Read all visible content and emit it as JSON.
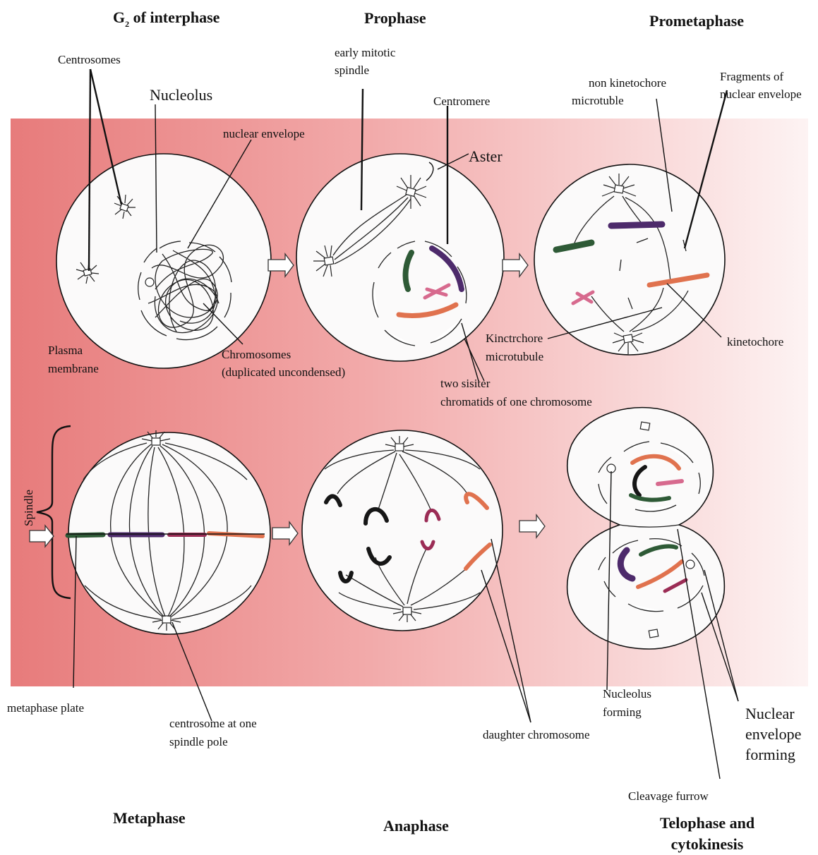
{
  "headings": {
    "g2_prefix": "G",
    "g2_sub": "2",
    "g2_rest": " of interphase",
    "prophase": "Prophase",
    "prometaphase": "Prometaphase",
    "metaphase": "Metaphase",
    "anaphase": "Anaphase",
    "telophase_1": "Telophase and",
    "telophase_2": "cytokinesis"
  },
  "labels": {
    "centrosomes": "Centrosomes",
    "nucleolus": "Nucleolus",
    "nuclear_envelope": "nuclear envelope",
    "plasma_1": "Plasma",
    "plasma_2": "membrane",
    "chromosomes_1": "Chromosomes",
    "chromosomes_2": "(duplicated uncondensed)",
    "early_spindle_1": "early mitotic",
    "early_spindle_2": "spindle",
    "centromere": "Centromere",
    "aster": "Aster",
    "sister_1": "two sisiter",
    "sister_2": "chromatids of one  chromosome",
    "non_kt_1": "non kinetochore",
    "non_kt_2": "microtuble",
    "fragments_1": "Fragments of",
    "fragments_2": "nuclear envelope",
    "kt_mt_1": "Kinctrchore",
    "kt_mt_2": "microtubule",
    "kinetochore": "kinetochore",
    "spindle": "Spindle",
    "metaphase_plate": "metaphase plate",
    "centrosome_pole_1": "centrosome at one",
    "centrosome_pole_2": "spindle pole",
    "daughter": "daughter chromosome",
    "nucleolus_forming_1": "Nucleolus",
    "nucleolus_forming_2": "forming",
    "ne_forming_1": "Nuclear",
    "ne_forming_2": "envelope",
    "ne_forming_3": "forming",
    "cleavage": "Cleavage furrow"
  },
  "colors": {
    "band_left": "#e77b7b",
    "band_right": "#fdf1f1",
    "green": "#2e5a36",
    "purple": "#4d2a6b",
    "orange": "#e0724e",
    "pink": "#d76a8e",
    "magenta": "#9b2c55",
    "black": "#161616"
  }
}
